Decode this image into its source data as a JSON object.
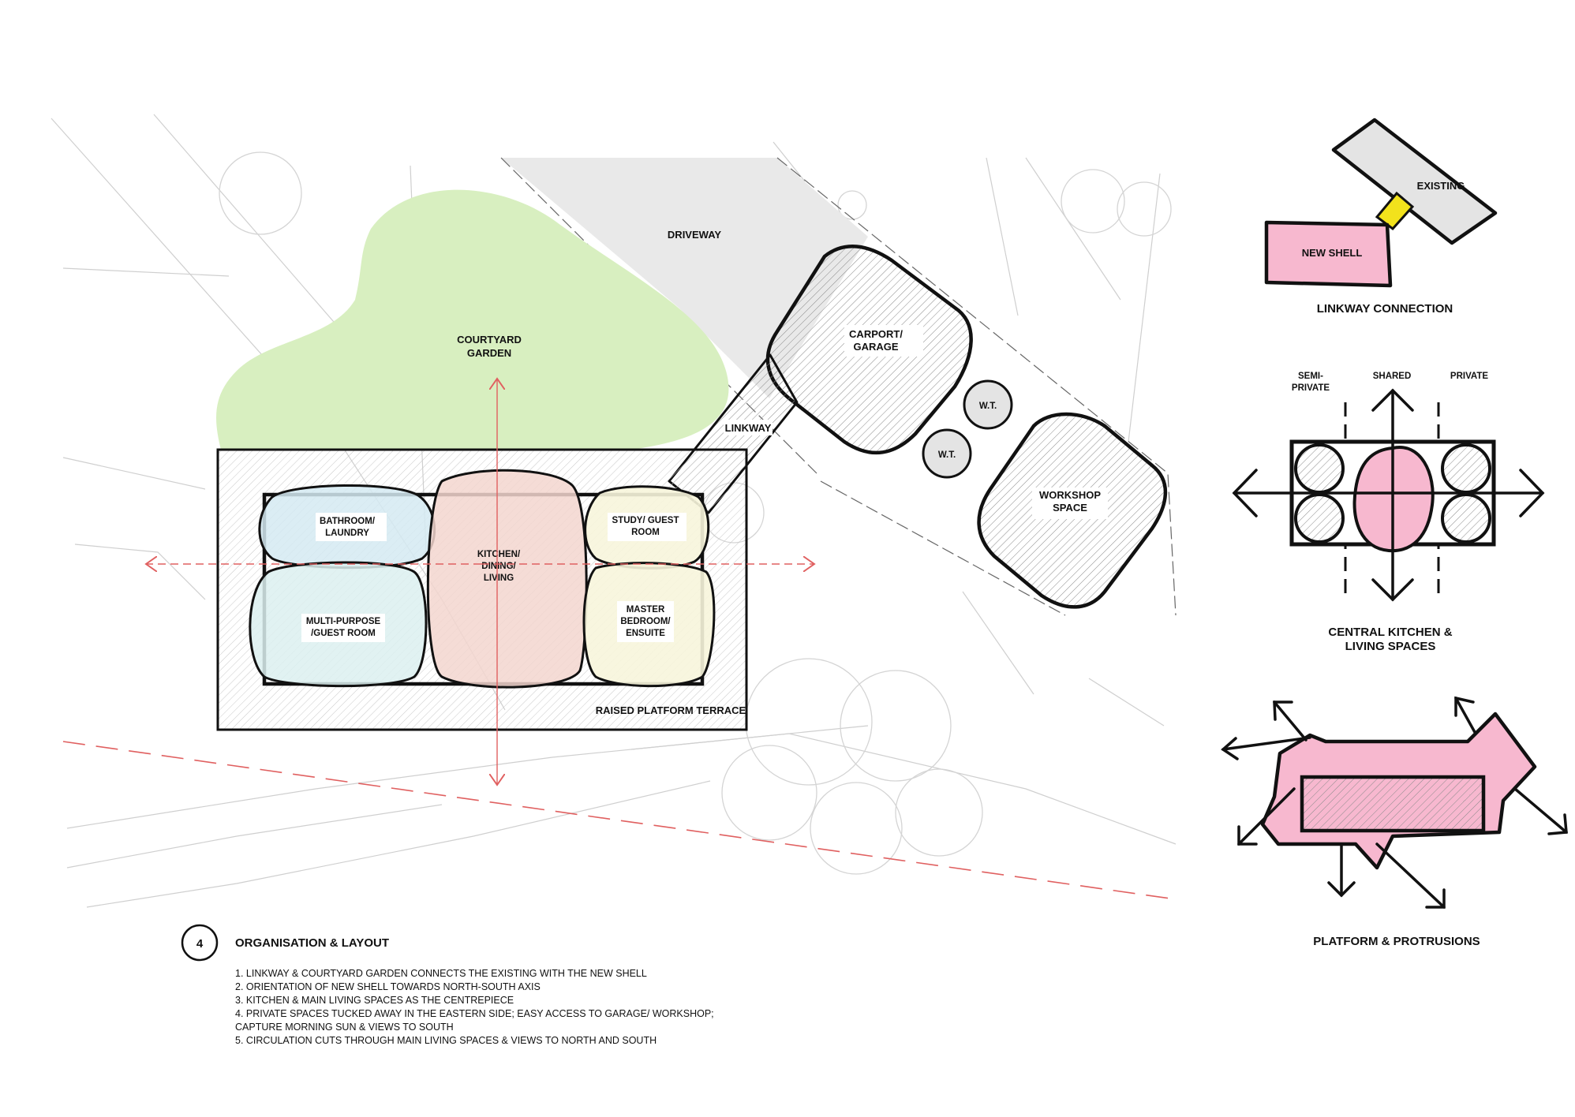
{
  "plan": {
    "driveway": "DRIVEWAY",
    "courtyard": [
      "COURTYARD",
      "GARDEN"
    ],
    "carport": [
      "CARPORT/",
      "GARAGE"
    ],
    "wt1": "W.T.",
    "wt2": "W.T.",
    "workshop": [
      "WORKSHOP",
      "SPACE"
    ],
    "linkway": "LINKWAY",
    "bathroom": [
      "BATHROOM/",
      "LAUNDRY"
    ],
    "kitchen": [
      "KITCHEN/",
      "DINING/",
      "LIVING"
    ],
    "study": [
      "STUDY/ GUEST",
      "ROOM"
    ],
    "multipurpose": [
      "MULTI-PURPOSE",
      "/GUEST ROOM"
    ],
    "master": [
      "MASTER",
      "BEDROOM/",
      "ENSUITE"
    ],
    "terrace": "RAISED PLATFORM TERRACE"
  },
  "diagrams": {
    "linkway": {
      "existing": "EXISTING",
      "new_shell": "NEW SHELL",
      "caption": "LINKWAY CONNECTION"
    },
    "central": {
      "semi": [
        "SEMI-",
        "PRIVATE"
      ],
      "shared": "SHARED",
      "private": "PRIVATE",
      "caption": [
        "CENTRAL KITCHEN &",
        "LIVING SPACES"
      ]
    },
    "platform": {
      "caption": "PLATFORM & PROTRUSIONS"
    }
  },
  "legend": {
    "number": "4",
    "title": "ORGANISATION & LAYOUT",
    "notes": [
      "1. LINKWAY & COURTYARD GARDEN CONNECTS THE EXISTING WITH THE NEW SHELL",
      "2. ORIENTATION OF NEW SHELL TOWARDS NORTH-SOUTH AXIS",
      "3. KITCHEN & MAIN LIVING SPACES AS THE CENTREPIECE",
      "4. PRIVATE SPACES TUCKED AWAY IN THE EASTERN SIDE; EASY ACCESS TO GARAGE/ WORKSHOP;",
      "CAPTURE MORNING SUN & VIEWS TO SOUTH",
      "5. CIRCULATION CUTS THROUGH MAIN LIVING SPACES & VIEWS TO NORTH AND SOUTH"
    ]
  },
  "colors": {
    "pink": "#f7b8cf",
    "green": "#d8efc0",
    "grey": "#e4e4e4",
    "yellow": "#f2e21c",
    "blue": "#d5eaf2",
    "cream": "#f7f5dc",
    "salmon": "#f3d6cf",
    "red": "#e06060"
  }
}
